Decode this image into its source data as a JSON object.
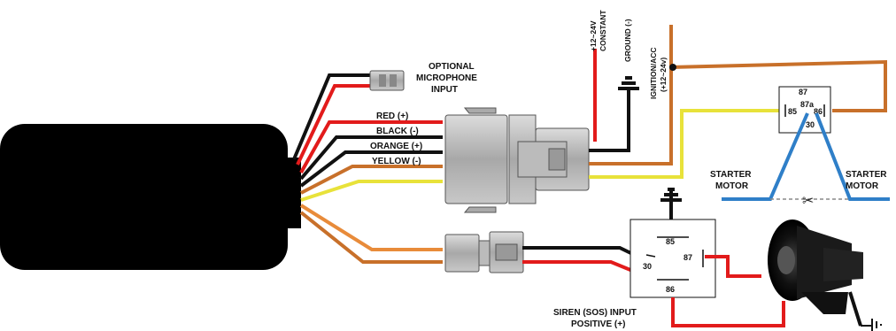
{
  "labels": {
    "optional_mic_line1": "OPTIONAL",
    "optional_mic_line2": "MICROPHONE",
    "optional_mic_line3": "INPUT",
    "red": "RED (+)",
    "black": "BLACK  (-)",
    "orange": "ORANGE (+)",
    "yellow": "YELLOW (-)",
    "constant_line1": "+12~24V",
    "constant_line2": "CONSTANT",
    "ground": "GROUND  (-)",
    "ignition_line1": "IGNITION/ACC",
    "ignition_line2": "(+12~24v)",
    "starter_left_line1": "STARTER",
    "starter_left_line2": "MOTOR",
    "starter_right_line1": "STARTER",
    "starter_right_line2": "MOTOR",
    "siren_line1": "SIREN (SOS) INPUT",
    "siren_line2": "POSITIVE (+)"
  },
  "relay_top": {
    "t87": "87",
    "t85": "85",
    "t87a": "87a",
    "t86": "86",
    "t30": "30"
  },
  "relay_bottom": {
    "t85": "85",
    "t87": "87",
    "t30": "30",
    "t86": "86"
  },
  "colors": {
    "red": "#e21b1b",
    "black": "#111111",
    "orange": "#c8702a",
    "yellow": "#e8e23a",
    "blue": "#2f7fc8",
    "connector": "#b8b8b8"
  }
}
